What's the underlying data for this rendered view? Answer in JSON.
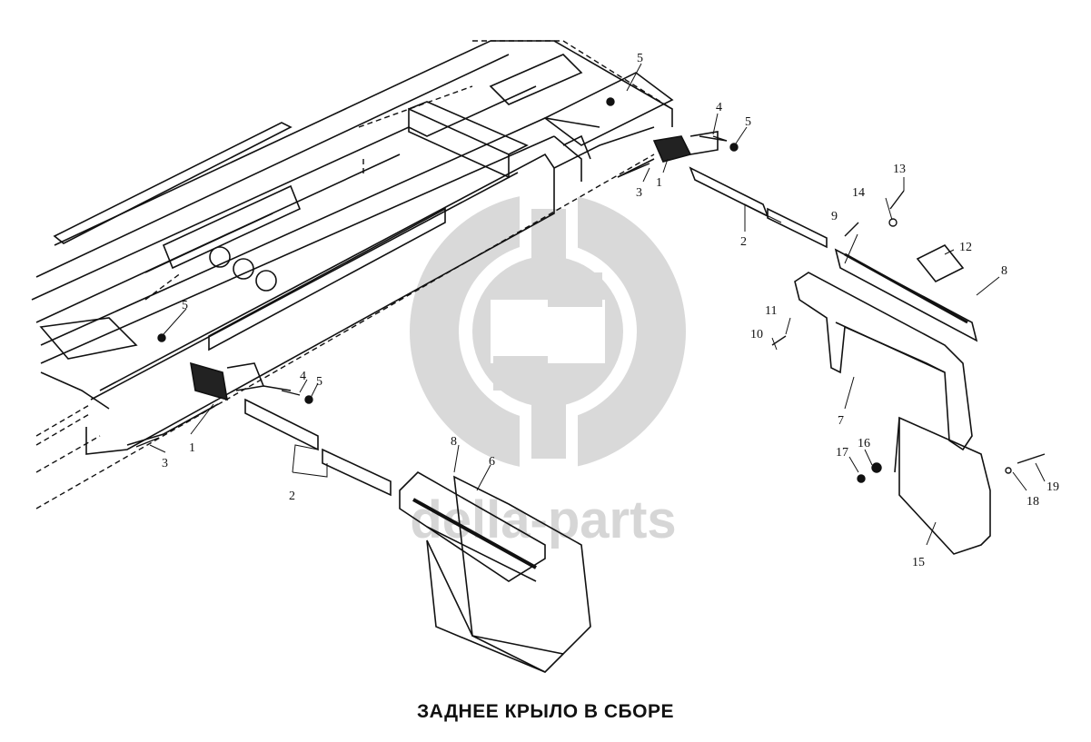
{
  "title": "ЗАДНЕЕ КРЫЛО В СБОРЕ",
  "watermark": {
    "text": "della-parts",
    "color": "#d6d6d6"
  },
  "colors": {
    "line": "#111111",
    "watermark": "#d6d6d6"
  },
  "callouts": [
    "1",
    "1",
    "2",
    "2",
    "3",
    "3",
    "4",
    "4",
    "5",
    "5",
    "5",
    "6",
    "7",
    "8",
    "8",
    "9",
    "10",
    "11",
    "12",
    "13",
    "14",
    "15",
    "16",
    "17",
    "18",
    "19"
  ]
}
